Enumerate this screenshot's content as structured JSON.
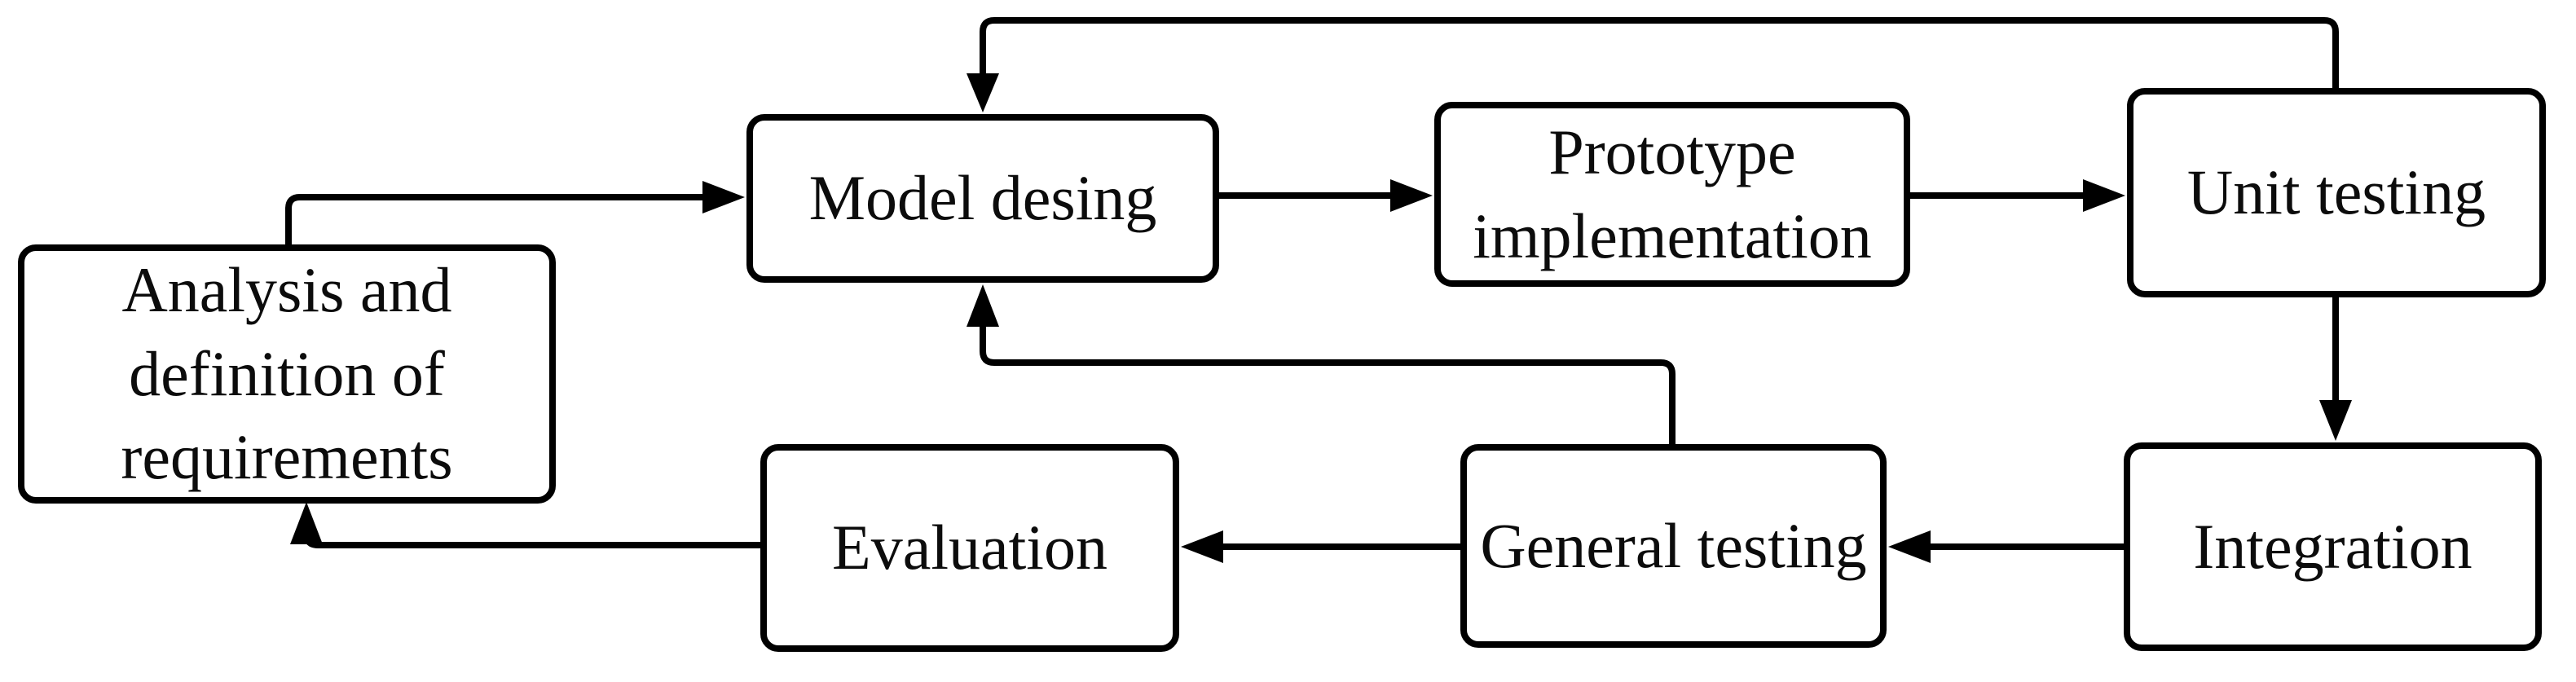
{
  "nodes": [
    {
      "id": "analysis",
      "label": "Analysis and\ndefinition of\nrequirements"
    },
    {
      "id": "model-design",
      "label": "Model desing"
    },
    {
      "id": "prototype",
      "label": "Prototype\nimplementation"
    },
    {
      "id": "unit-testing",
      "label": "Unit testing"
    },
    {
      "id": "integration",
      "label": "Integration"
    },
    {
      "id": "general-testing",
      "label": "General testing"
    },
    {
      "id": "evaluation",
      "label": "Evaluation"
    }
  ],
  "edges": [
    {
      "from": "analysis",
      "to": "model-design"
    },
    {
      "from": "model-design",
      "to": "prototype"
    },
    {
      "from": "prototype",
      "to": "unit-testing"
    },
    {
      "from": "unit-testing",
      "to": "integration"
    },
    {
      "from": "integration",
      "to": "general-testing"
    },
    {
      "from": "general-testing",
      "to": "evaluation"
    },
    {
      "from": "evaluation",
      "to": "analysis"
    },
    {
      "from": "general-testing",
      "to": "model-design"
    },
    {
      "from": "unit-testing",
      "to": "model-design"
    }
  ],
  "colors": {
    "stroke": "#000000",
    "background": "#ffffff",
    "box_fill": "#ffffff",
    "text": "#0c0c0c"
  }
}
